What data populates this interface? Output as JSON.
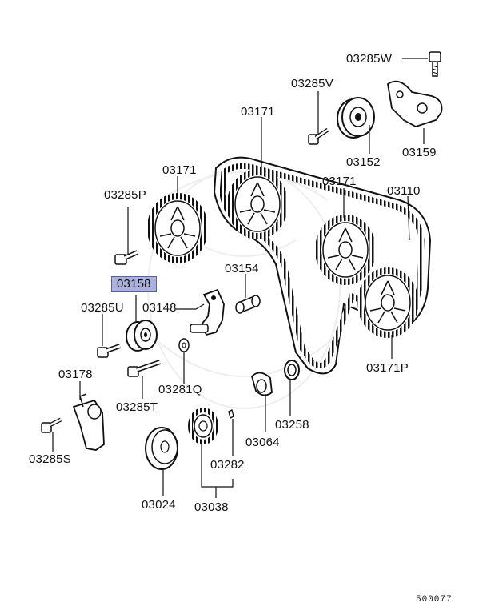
{
  "labels": {
    "p03285W": "03285W",
    "p03285V": "03285V",
    "p03171_top": "03171",
    "p03152": "03152",
    "p03159": "03159",
    "p03171_left": "03171",
    "p03171_right": "03171",
    "p03110": "03110",
    "p03285P": "03285P",
    "p03154": "03154",
    "p03158": "03158",
    "p03285U": "03285U",
    "p03148": "03148",
    "p03178": "03178",
    "p03281Q": "03281Q",
    "p03285T": "03285T",
    "p03171P": "03171P",
    "p03258": "03258",
    "p03064": "03064",
    "p03285S": "03285S",
    "p03282": "03282",
    "p03024": "03024",
    "p03038": "03038"
  },
  "highlighted_part": "03158",
  "diagram_code": "500077",
  "colors": {
    "highlight": "#aab2dd",
    "line": "#111111"
  }
}
